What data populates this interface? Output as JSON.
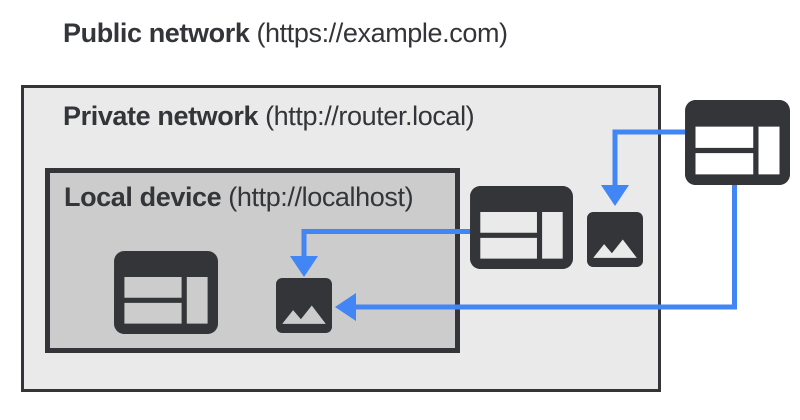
{
  "colors": {
    "accent_blue": "#4285f4",
    "dark": "#333538",
    "private_bg": "#eaeaea",
    "local_bg": "#cccccc",
    "page_bg": "#ffffff"
  },
  "public_network": {
    "label": "Public network",
    "url": "(https://example.com)"
  },
  "private_network": {
    "label": "Private network",
    "url": "(http://router.local)"
  },
  "local_device": {
    "label": "Local device",
    "url": "(http://localhost)"
  },
  "icons": {
    "public_site": "browser-window",
    "private_site": "browser-window",
    "local_site": "browser-window",
    "private_resource": "image",
    "local_resource": "image"
  },
  "connections": [
    {
      "from": "public-network-browser",
      "to": "private-network-image"
    },
    {
      "from": "public-network-browser",
      "to": "local-device-image"
    },
    {
      "from": "private-network-browser",
      "to": "local-device-image"
    }
  ]
}
